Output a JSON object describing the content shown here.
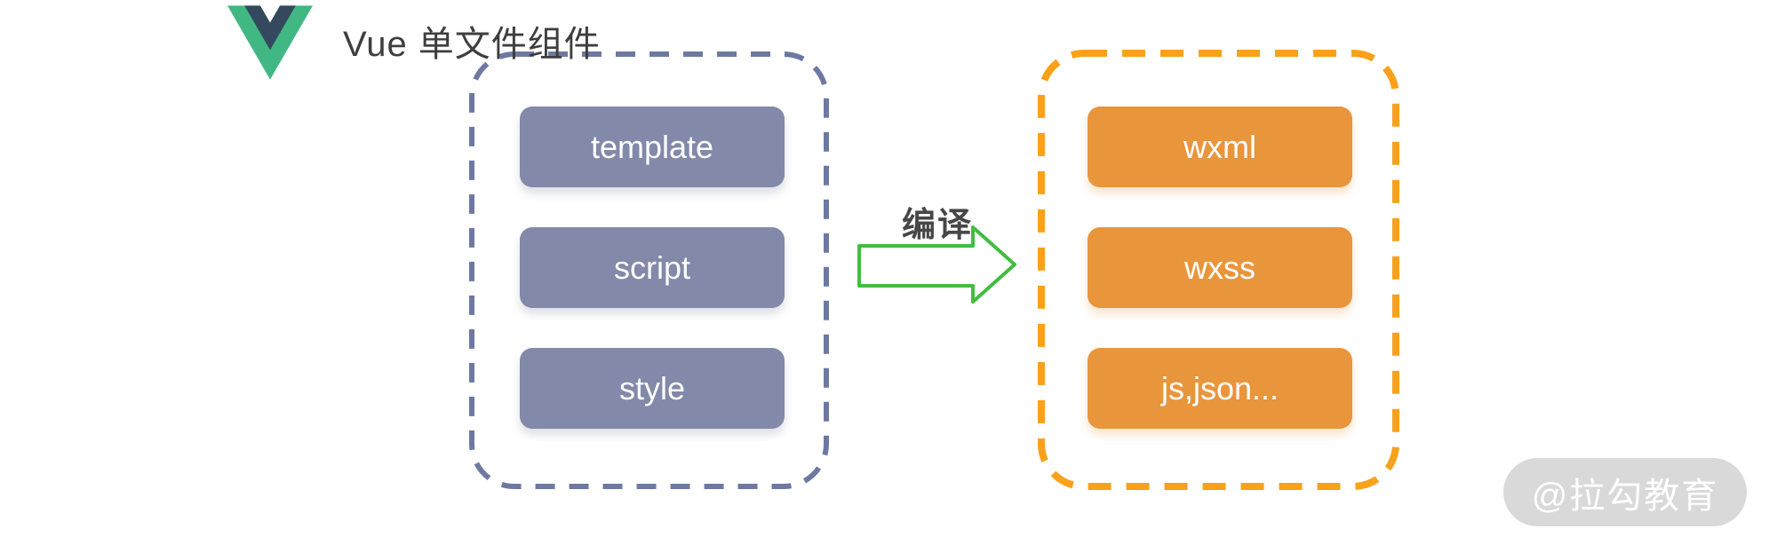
{
  "title": "Vue 单文件组件",
  "compile_label": "编译",
  "left_box": {
    "items": [
      "template",
      "script",
      "style"
    ]
  },
  "right_box": {
    "items": [
      "wxml",
      "wxss",
      "js,json..."
    ]
  },
  "watermark": "@拉勾教育",
  "icons": {
    "vue_logo": "vue-logo-icon",
    "arrow": "compile-arrow-icon"
  },
  "colors": {
    "left_box_border": "#6e79a1",
    "left_node_bg": "#8289a9",
    "right_box_border": "#f9a11b",
    "right_node_bg": "#e9953c",
    "arrow_stroke": "#41bd41",
    "arrow_fill": "#ffffff",
    "title_text": "#3e3e3e",
    "compile_text": "#474747",
    "node_text": "#ffffff",
    "watermark_bg": "#d9d9d9",
    "watermark_text": "#ffffff",
    "vue_green": "#41b883",
    "vue_navy": "#34495e"
  }
}
